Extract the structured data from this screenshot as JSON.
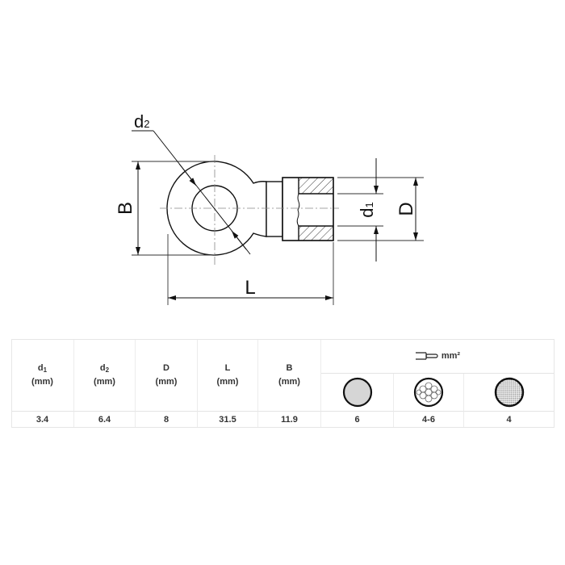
{
  "drawing": {
    "title": "Ring terminal dimension drawing",
    "labels": {
      "d2": "d",
      "d2_sub": "2",
      "B": "B",
      "L": "L",
      "d1": "d",
      "d1_sub": "1",
      "D": "D"
    }
  },
  "table": {
    "columns": [
      {
        "symbol": "d",
        "sub": "1",
        "unit": "(mm)",
        "value": "3.4"
      },
      {
        "symbol": "d",
        "sub": "2",
        "unit": "(mm)",
        "value": "6.4"
      },
      {
        "symbol": "D",
        "sub": "",
        "unit": "(mm)",
        "value": "8"
      },
      {
        "symbol": "L",
        "sub": "",
        "unit": "(mm)",
        "value": "31.5"
      },
      {
        "symbol": "B",
        "sub": "",
        "unit": "(mm)",
        "value": "11.9"
      }
    ],
    "wire_header": {
      "icon": "wire-icon",
      "unit": "mm²"
    },
    "wire_types": [
      {
        "icon": "solid-conductor-icon",
        "value": "6"
      },
      {
        "icon": "stranded-conductor-icon",
        "value": "4-6"
      },
      {
        "icon": "fine-stranded-conductor-icon",
        "value": "4"
      }
    ]
  }
}
